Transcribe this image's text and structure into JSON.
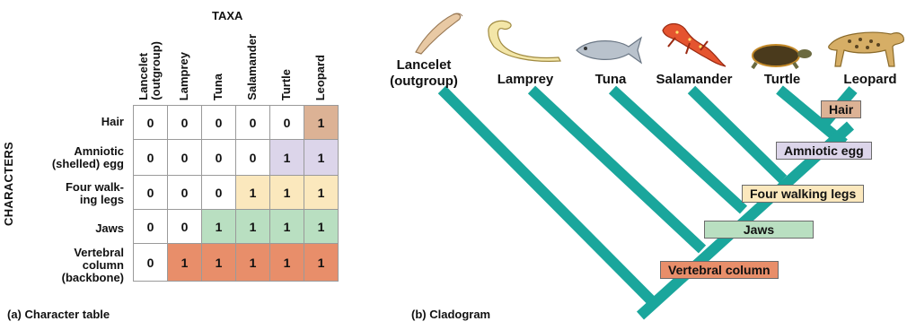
{
  "table": {
    "taxa_title": "TAXA",
    "characters_title": "CHARACTERS",
    "taxa": [
      "Lancelet\n(outgroup)",
      "Lamprey",
      "Tuna",
      "Salamander",
      "Turtle",
      "Leopard"
    ],
    "rows": [
      {
        "label": "Hair",
        "values": [
          "0",
          "0",
          "0",
          "0",
          "0",
          "1"
        ]
      },
      {
        "label": "Amniotic\n(shelled) egg",
        "values": [
          "0",
          "0",
          "0",
          "0",
          "1",
          "1"
        ]
      },
      {
        "label": "Four walk-\ning legs",
        "values": [
          "0",
          "0",
          "0",
          "1",
          "1",
          "1"
        ]
      },
      {
        "label": "Jaws",
        "values": [
          "0",
          "0",
          "1",
          "1",
          "1",
          "1"
        ]
      },
      {
        "label": "Vertebral\ncolumn\n(backbone)",
        "values": [
          "0",
          "1",
          "1",
          "1",
          "1",
          "1"
        ]
      }
    ],
    "caption": "(a) Character table"
  },
  "cladogram": {
    "taxa": [
      "Lancelet\n(outgroup)",
      "Lamprey",
      "Tuna",
      "Salamander",
      "Turtle",
      "Leopard"
    ],
    "traits": [
      "Hair",
      "Amniotic egg",
      "Four walking legs",
      "Jaws",
      "Vertebral column"
    ],
    "caption": "(b) Cladogram"
  },
  "colors": {
    "hair": "#dcb295",
    "amniotic_egg": "#dcd5ea",
    "four_legs": "#fbe8bd",
    "jaws": "#b9dfc1",
    "vertebral_column": "#e88e6a",
    "branch": "#1aa69c"
  }
}
